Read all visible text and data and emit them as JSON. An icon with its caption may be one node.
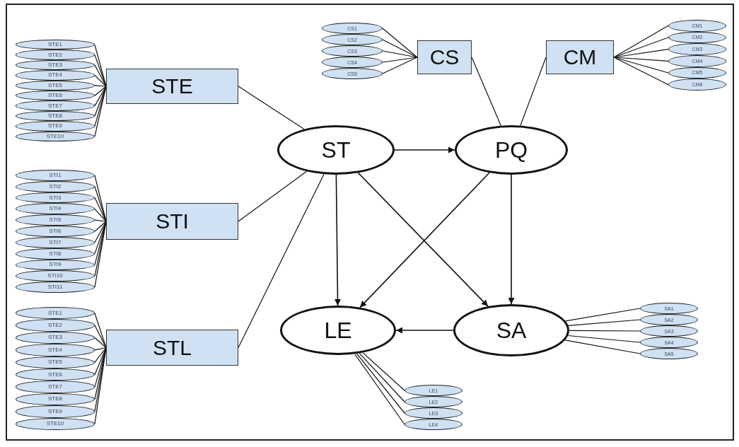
{
  "diagram": {
    "nodes": [
      {
        "text": [
          "STE"
        ]
      },
      {
        "text": [
          "STI"
        ]
      },
      {
        "text": [
          "STL"
        ]
      },
      {
        "text": [
          "CS"
        ]
      },
      {
        "text": [
          "CM"
        ]
      },
      {
        "text": [
          "ST"
        ]
      },
      {
        "text": [
          "PQ"
        ]
      },
      {
        "text": [
          "LE"
        ]
      },
      {
        "text": [
          "SA"
        ]
      },
      {
        "text": [
          "STE1"
        ]
      },
      {
        "text": [
          "STE2"
        ]
      },
      {
        "text": [
          "STE3"
        ]
      },
      {
        "text": [
          "STE4"
        ]
      },
      {
        "text": [
          "STE5"
        ]
      },
      {
        "text": [
          "STE6"
        ]
      },
      {
        "text": [
          "STE7"
        ]
      },
      {
        "text": [
          "STE8"
        ]
      },
      {
        "text": [
          "STE9"
        ]
      },
      {
        "text": [
          "STE10"
        ]
      },
      {
        "text": [
          "STI1"
        ]
      },
      {
        "text": [
          "STI2"
        ]
      },
      {
        "text": [
          "STI3"
        ]
      },
      {
        "text": [
          "STI4"
        ]
      },
      {
        "text": [
          "STI5"
        ]
      },
      {
        "text": [
          "STI6"
        ]
      },
      {
        "text": [
          "STI7"
        ]
      },
      {
        "text": [
          "STI8"
        ]
      },
      {
        "text": [
          "STI9"
        ]
      },
      {
        "text": [
          "STI10"
        ]
      },
      {
        "text": [
          "STI11"
        ]
      },
      {
        "text": [
          "STE1"
        ]
      },
      {
        "text": [
          "STE2"
        ]
      },
      {
        "text": [
          "STE3"
        ]
      },
      {
        "text": [
          "STE4"
        ]
      },
      {
        "text": [
          "STE5"
        ]
      },
      {
        "text": [
          "STE6"
        ]
      },
      {
        "text": [
          "STE7"
        ]
      },
      {
        "text": [
          "STE8"
        ]
      },
      {
        "text": [
          "STE9"
        ]
      },
      {
        "text": [
          "STE10"
        ]
      },
      {
        "text": [
          "CS1"
        ]
      },
      {
        "text": [
          "CS2"
        ]
      },
      {
        "text": [
          "CS3"
        ]
      },
      {
        "text": [
          "CS4"
        ]
      },
      {
        "text": [
          "CS5"
        ]
      },
      {
        "text": [
          "CM1"
        ]
      },
      {
        "text": [
          "CM2"
        ]
      },
      {
        "text": [
          "CM3"
        ]
      },
      {
        "text": [
          "CM4"
        ]
      },
      {
        "text": [
          "CM5"
        ]
      },
      {
        "text": [
          "CM6"
        ]
      },
      {
        "text": [
          "SA1"
        ]
      },
      {
        "text": [
          "SA2"
        ]
      },
      {
        "text": [
          "SA3"
        ]
      },
      {
        "text": [
          "SA4"
        ]
      },
      {
        "text": [
          "SA5"
        ]
      },
      {
        "text": [
          "LE1"
        ]
      },
      {
        "text": [
          "LE2"
        ]
      },
      {
        "text": [
          "LE3"
        ]
      },
      {
        "text": [
          "LE4"
        ]
      }
    ],
    "edges": [
      {
        "from": 9,
        "to": 0,
        "arrow": "none"
      },
      {
        "from": 10,
        "to": 0,
        "arrow": "none"
      },
      {
        "from": 11,
        "to": 0,
        "arrow": "none"
      },
      {
        "from": 12,
        "to": 0,
        "arrow": "none"
      },
      {
        "from": 13,
        "to": 0,
        "arrow": "none"
      },
      {
        "from": 14,
        "to": 0,
        "arrow": "none"
      },
      {
        "from": 15,
        "to": 0,
        "arrow": "none"
      },
      {
        "from": 16,
        "to": 0,
        "arrow": "none"
      },
      {
        "from": 17,
        "to": 0,
        "arrow": "none"
      },
      {
        "from": 18,
        "to": 0,
        "arrow": "none"
      },
      {
        "from": 19,
        "to": 1,
        "arrow": "none"
      },
      {
        "from": 20,
        "to": 1,
        "arrow": "none"
      },
      {
        "from": 21,
        "to": 1,
        "arrow": "none"
      },
      {
        "from": 22,
        "to": 1,
        "arrow": "none"
      },
      {
        "from": 23,
        "to": 1,
        "arrow": "none"
      },
      {
        "from": 24,
        "to": 1,
        "arrow": "none"
      },
      {
        "from": 25,
        "to": 1,
        "arrow": "none"
      },
      {
        "from": 26,
        "to": 1,
        "arrow": "none"
      },
      {
        "from": 27,
        "to": 1,
        "arrow": "none"
      },
      {
        "from": 28,
        "to": 1,
        "arrow": "none"
      },
      {
        "from": 29,
        "to": 1,
        "arrow": "none"
      },
      {
        "from": 30,
        "to": 2,
        "arrow": "none"
      },
      {
        "from": 31,
        "to": 2,
        "arrow": "none"
      },
      {
        "from": 32,
        "to": 2,
        "arrow": "none"
      },
      {
        "from": 33,
        "to": 2,
        "arrow": "none"
      },
      {
        "from": 34,
        "to": 2,
        "arrow": "none"
      },
      {
        "from": 35,
        "to": 2,
        "arrow": "none"
      },
      {
        "from": 36,
        "to": 2,
        "arrow": "none"
      },
      {
        "from": 37,
        "to": 2,
        "arrow": "none"
      },
      {
        "from": 38,
        "to": 2,
        "arrow": "none"
      },
      {
        "from": 39,
        "to": 2,
        "arrow": "none"
      },
      {
        "from": 40,
        "to": 3,
        "arrow": "none"
      },
      {
        "from": 41,
        "to": 3,
        "arrow": "none"
      },
      {
        "from": 42,
        "to": 3,
        "arrow": "none"
      },
      {
        "from": 43,
        "to": 3,
        "arrow": "none"
      },
      {
        "from": 44,
        "to": 3,
        "arrow": "none"
      },
      {
        "from": 45,
        "to": 4,
        "arrow": "none"
      },
      {
        "from": 46,
        "to": 4,
        "arrow": "none"
      },
      {
        "from": 47,
        "to": 4,
        "arrow": "none"
      },
      {
        "from": 48,
        "to": 4,
        "arrow": "none"
      },
      {
        "from": 49,
        "to": 4,
        "arrow": "none"
      },
      {
        "from": 50,
        "to": 4,
        "arrow": "none"
      },
      {
        "from": 51,
        "to": 8,
        "arrow": "none"
      },
      {
        "from": 52,
        "to": 8,
        "arrow": "none"
      },
      {
        "from": 53,
        "to": 8,
        "arrow": "none"
      },
      {
        "from": 54,
        "to": 8,
        "arrow": "none"
      },
      {
        "from": 55,
        "to": 8,
        "arrow": "none"
      },
      {
        "from": 56,
        "to": 7,
        "arrow": "none"
      },
      {
        "from": 57,
        "to": 7,
        "arrow": "none"
      },
      {
        "from": 58,
        "to": 7,
        "arrow": "none"
      },
      {
        "from": 59,
        "to": 7,
        "arrow": "none"
      },
      {
        "from": 0,
        "to": 5,
        "arrow": "none"
      },
      {
        "from": 1,
        "to": 5,
        "arrow": "none"
      },
      {
        "from": 2,
        "to": 5,
        "arrow": "none"
      },
      {
        "from": 3,
        "to": 6,
        "arrow": "none"
      },
      {
        "from": 4,
        "to": 6,
        "arrow": "none"
      },
      {
        "from": 5,
        "to": 6,
        "arrow": "to"
      },
      {
        "from": 5,
        "to": 7,
        "arrow": "to"
      },
      {
        "from": 5,
        "to": 8,
        "arrow": "to"
      },
      {
        "from": 6,
        "to": 7,
        "arrow": "to"
      },
      {
        "from": 6,
        "to": 8,
        "arrow": "to"
      },
      {
        "from": 8,
        "to": 7,
        "arrow": "to"
      }
    ]
  }
}
